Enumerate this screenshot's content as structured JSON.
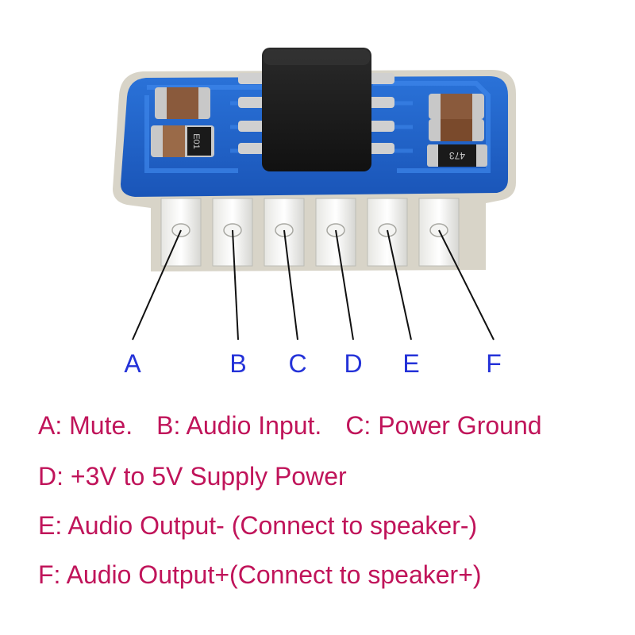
{
  "pins": [
    {
      "letter": "A"
    },
    {
      "letter": "B"
    },
    {
      "letter": "C"
    },
    {
      "letter": "D"
    },
    {
      "letter": "E"
    },
    {
      "letter": "F"
    }
  ],
  "chip_markings": {
    "left_resistor": "E01",
    "right_resistor": "473"
  },
  "descriptions": {
    "line1": [
      "A: Mute.",
      "B: Audio Input.",
      "C: Power Ground"
    ],
    "line2": "D: +3V to 5V Supply Power",
    "line3": "E: Audio Output- (Connect to speaker-)",
    "line4": "F: Audio Output+(Connect to speaker+)"
  },
  "colors": {
    "pcb_blue": "#1f5fc4",
    "label_blue": "#2432d8",
    "text_magenta": "#c0145a"
  }
}
